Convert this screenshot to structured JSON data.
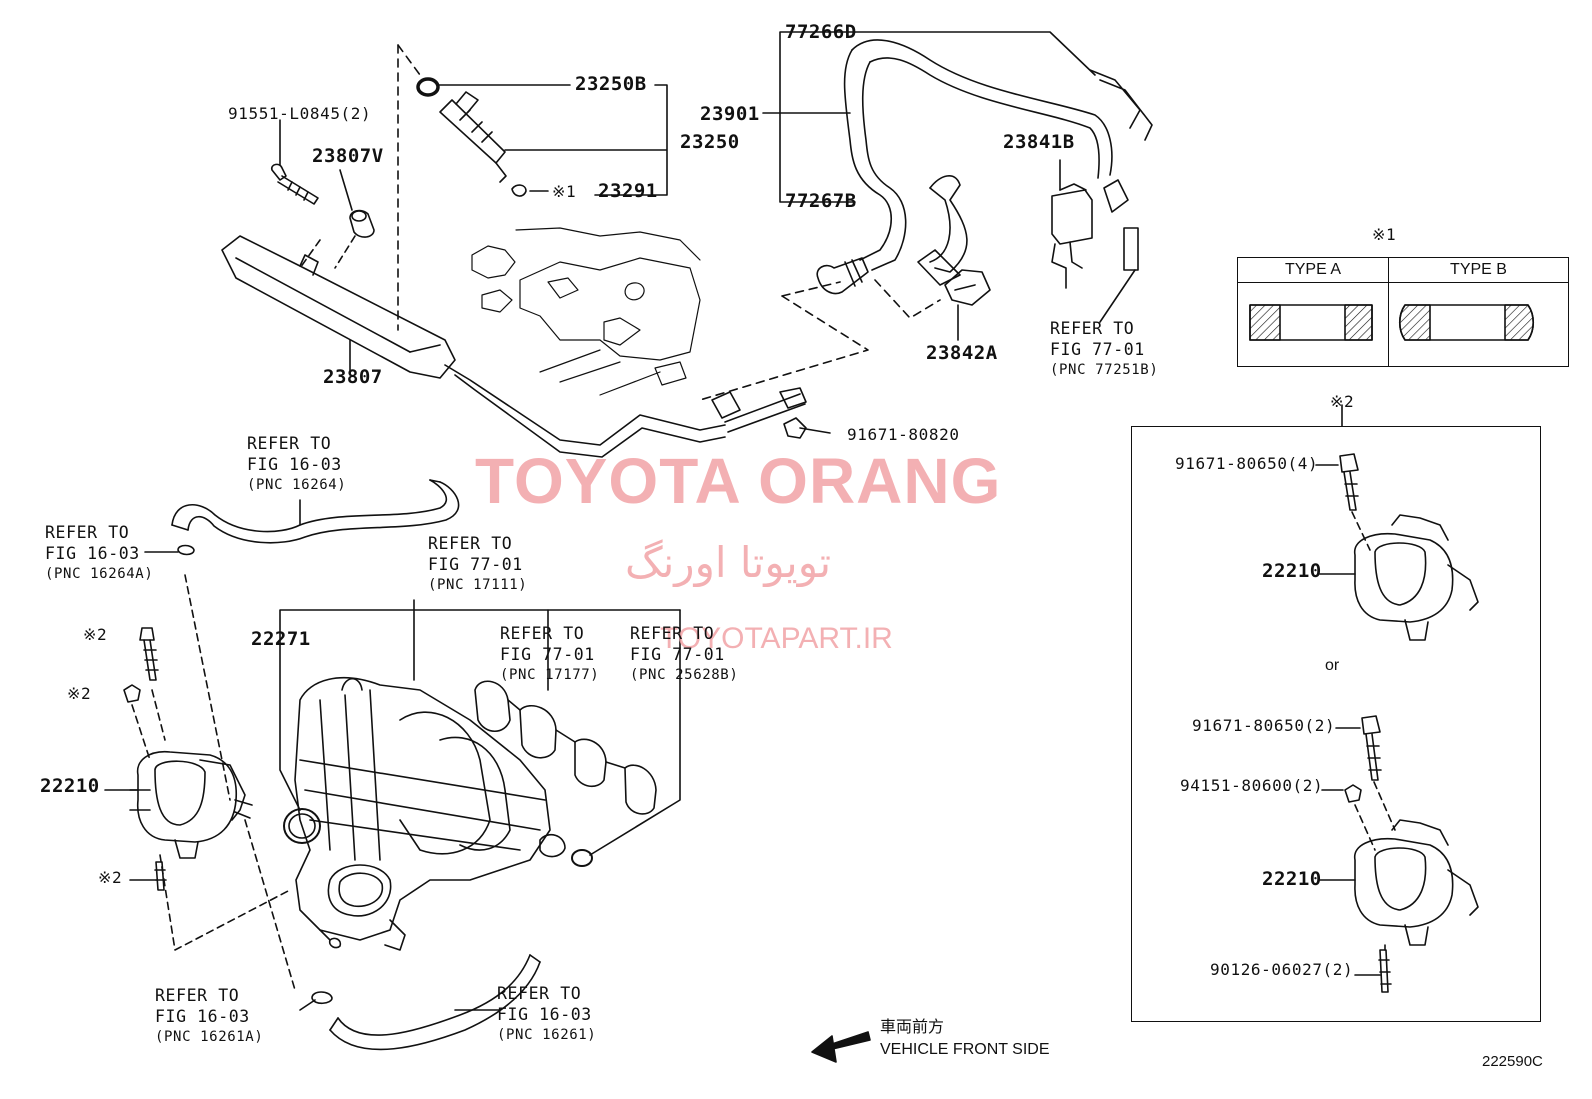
{
  "figure_code": "222590C",
  "watermark": {
    "line1": "TOYOTA ORANG",
    "line2": "تویوتا اورنگ",
    "line3": "TOYOTAPART.IR"
  },
  "parts": {
    "p23250B": "23250B",
    "p23250": "23250",
    "p23291": "23291",
    "p91551": "91551-L0845(2)",
    "p23807V": "23807V",
    "p23807": "23807",
    "p77266D": "77266D",
    "p23901": "23901",
    "p77267B": "77267B",
    "p23841B": "23841B",
    "p23842A": "23842A",
    "p91671_80820": "91671-80820",
    "p22271": "22271",
    "p22210_left": "22210",
    "p91671_80650_4": "91671-80650(4)",
    "p22210_upper": "22210",
    "p91671_80650_2": "91671-80650(2)",
    "p94151": "94151-80600(2)",
    "p22210_lower": "22210",
    "p90126": "90126-06027(2)"
  },
  "marks": {
    "m1_rail": "※1",
    "m1_box": "※1",
    "m2_frame": "※2",
    "m2_a": "※2",
    "m2_b": "※2",
    "m2_c": "※2"
  },
  "refers": {
    "r77251": {
      "line1": "REFER TO",
      "line2": "FIG 77-01",
      "pnc": "(PNC 77251B)"
    },
    "r16264": {
      "line1": "REFER TO",
      "line2": "FIG 16-03",
      "pnc": "(PNC 16264)"
    },
    "r16264A": {
      "line1": "REFER TO",
      "line2": "FIG 16-03",
      "pnc": "(PNC 16264A)"
    },
    "r17111": {
      "line1": "REFER TO",
      "line2": "FIG 77-01",
      "pnc": "(PNC 17111)"
    },
    "r17177": {
      "line1": "REFER TO",
      "line2": "FIG 77-01",
      "pnc": "(PNC 17177)"
    },
    "r25628B": {
      "line1": "REFER TO",
      "line2": "FIG 77-01",
      "pnc": "(PNC 25628B)"
    },
    "r16261A": {
      "line1": "REFER TO",
      "line2": "FIG 16-03",
      "pnc": "(PNC 16261A)"
    },
    "r16261": {
      "line1": "REFER TO",
      "line2": "FIG 16-03",
      "pnc": "(PNC 16261)"
    }
  },
  "type_table": {
    "type_a": "TYPE A",
    "type_b": "TYPE B"
  },
  "alt_word": "or",
  "front": {
    "jp": "車両前方",
    "en": "VEHICLE FRONT SIDE"
  }
}
